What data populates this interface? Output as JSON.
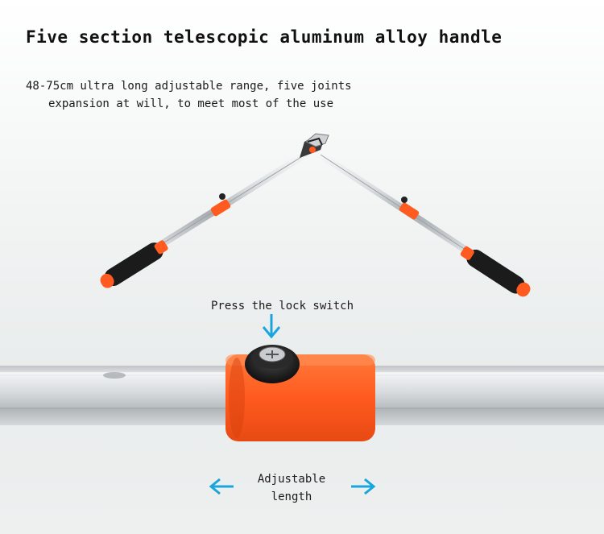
{
  "title": "Five section telescopic aluminum alloy handle",
  "subtitle": {
    "line1": "48-75cm ultra long adjustable range, five joints",
    "line2": "expansion at will, to meet most of the use"
  },
  "callouts": {
    "lock": "Press the lock switch",
    "length_line1": "Adjustable",
    "length_line2": "length"
  },
  "colors": {
    "accent": "#ff5a1f",
    "arrow": "#1aa6dd",
    "grip": "#1b1b1b",
    "metal": "#c9cdd0"
  },
  "icons": {
    "lock_arrow": "arrow-down-icon",
    "left_arrow": "arrow-left-icon",
    "right_arrow": "arrow-right-icon"
  }
}
